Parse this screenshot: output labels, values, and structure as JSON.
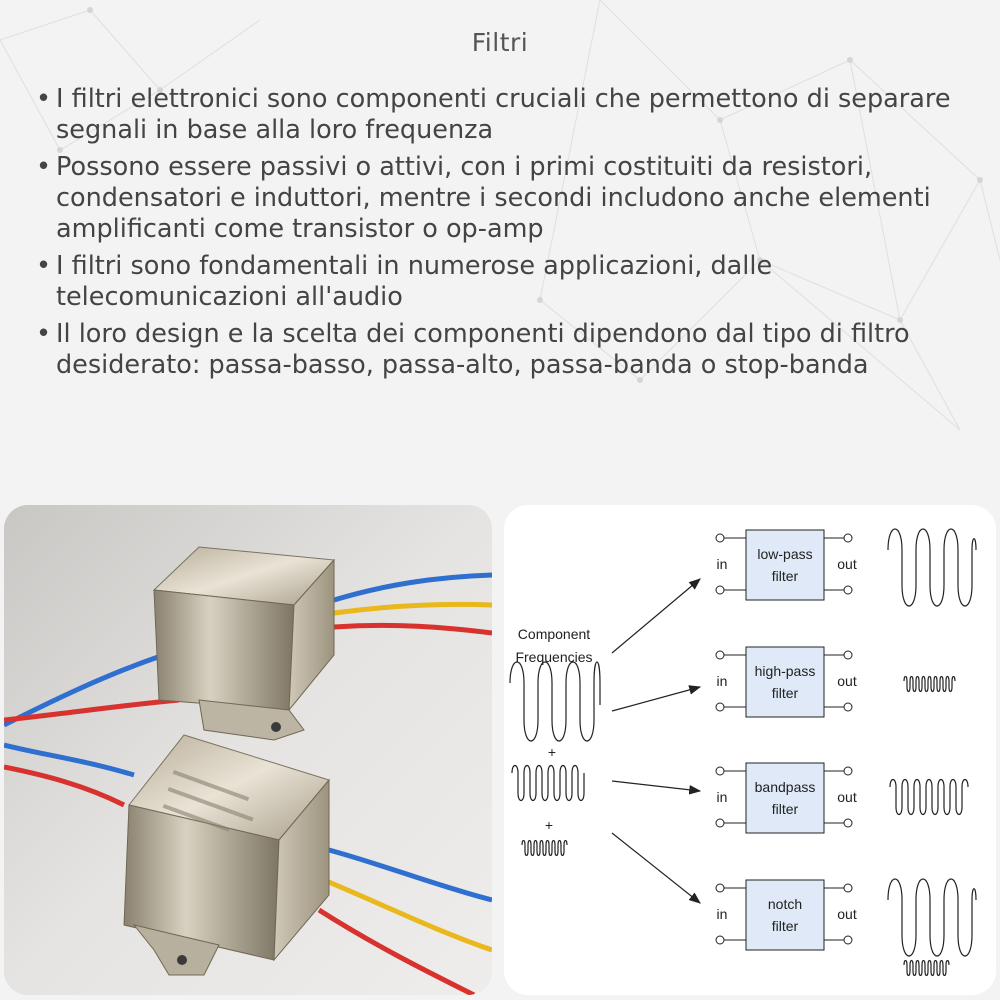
{
  "title": "Filtri",
  "bullets": [
    "I filtri elettronici sono componenti cruciali che permettono di separare segnali in base alla loro frequenza",
    "Possono essere passivi o attivi, con i primi costituiti da resistori, condensatori e induttori, mentre i secondi includono anche elementi amplificanti come transistor o op-amp",
    "I filtri sono fondamentali in numerose applicazioni, dalle telecomunicazioni all'audio",
    "Il loro design e la scelta dei componenti dipendono dal tipo di filtro desiderato: passa-basso, passa-alto, passa-banda o stop-banda"
  ],
  "diagram": {
    "source_line1": "Component",
    "source_line2": "Frequencies",
    "plus": "+",
    "in_label": "in",
    "out_label": "out",
    "filters": [
      {
        "line1": "low-pass",
        "line2": "filter"
      },
      {
        "line1": "high-pass",
        "line2": "filter"
      },
      {
        "line1": "bandpass",
        "line2": "filter"
      },
      {
        "line1": "notch",
        "line2": "filter"
      }
    ]
  },
  "colors": {
    "filter_box_fill": "#dfe9f7",
    "wire_blue": "#2f6fd0",
    "wire_yellow": "#e8b81c",
    "wire_red": "#d8322e"
  }
}
